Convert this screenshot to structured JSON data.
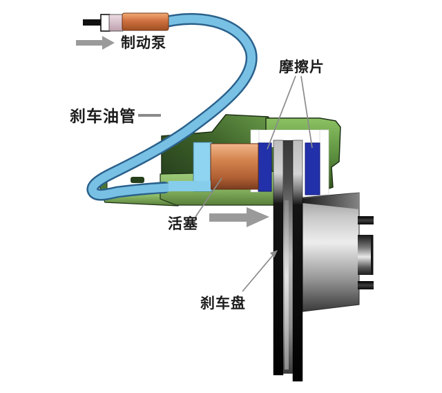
{
  "figure": {
    "type": "technical-diagram",
    "subject": "disc brake system cutaway"
  },
  "labels": {
    "brake_pump": "制动泵",
    "brake_hose": "刹车油管",
    "friction_pads": "摩擦片",
    "piston": "活塞",
    "brake_disc": "刹车盘"
  },
  "icons": {
    "pump_flow_arrow": "arrow-right-icon",
    "piston_push_arrow": "arrow-right-icon",
    "disc_pointer": "leader-arrow-icon"
  },
  "colors": {
    "hose_fill": "#79c1e4",
    "hose_outline": "#2a618c",
    "fluid_light": "#8fd4f0",
    "passage": "#86cdec",
    "pad_blue": "#2231aa",
    "pad_outline": "#10197a",
    "arrow_gray": "#9a9a9a",
    "leader_gray": "#8a8a8a",
    "label_color": "#1c1c1c",
    "caliper_green": "#5d9140",
    "piston_orange": "#cc7a4a",
    "disc_black": "#0a0a0a",
    "hub_silver": "#c9c9c9"
  }
}
